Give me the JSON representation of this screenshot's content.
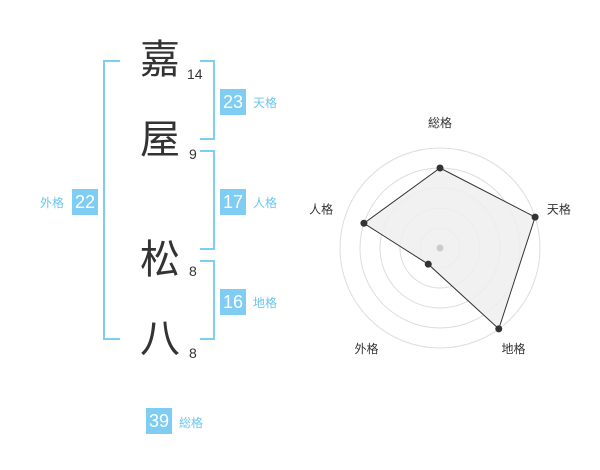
{
  "name": {
    "characters": [
      {
        "char": "嘉",
        "strokes": "14"
      },
      {
        "char": "屋",
        "strokes": "9"
      },
      {
        "char": "松",
        "strokes": "8"
      },
      {
        "char": "八",
        "strokes": "8"
      }
    ]
  },
  "fortune": {
    "tenkaku": {
      "value": "23",
      "label": "天格"
    },
    "jinkaku": {
      "value": "17",
      "label": "人格"
    },
    "chikaku": {
      "value": "16",
      "label": "地格"
    },
    "gaikaku": {
      "value": "22",
      "label": "外格"
    },
    "soukaku": {
      "value": "39",
      "label": "総格"
    }
  },
  "radar": {
    "axes": [
      "総格",
      "天格",
      "地格",
      "外格",
      "人格"
    ],
    "values": [
      4,
      5,
      5,
      1,
      4
    ],
    "max": 5,
    "rings": 5,
    "fill_color": "#eeeeee",
    "line_color": "#333333",
    "ring_color": "#dddddd"
  }
}
